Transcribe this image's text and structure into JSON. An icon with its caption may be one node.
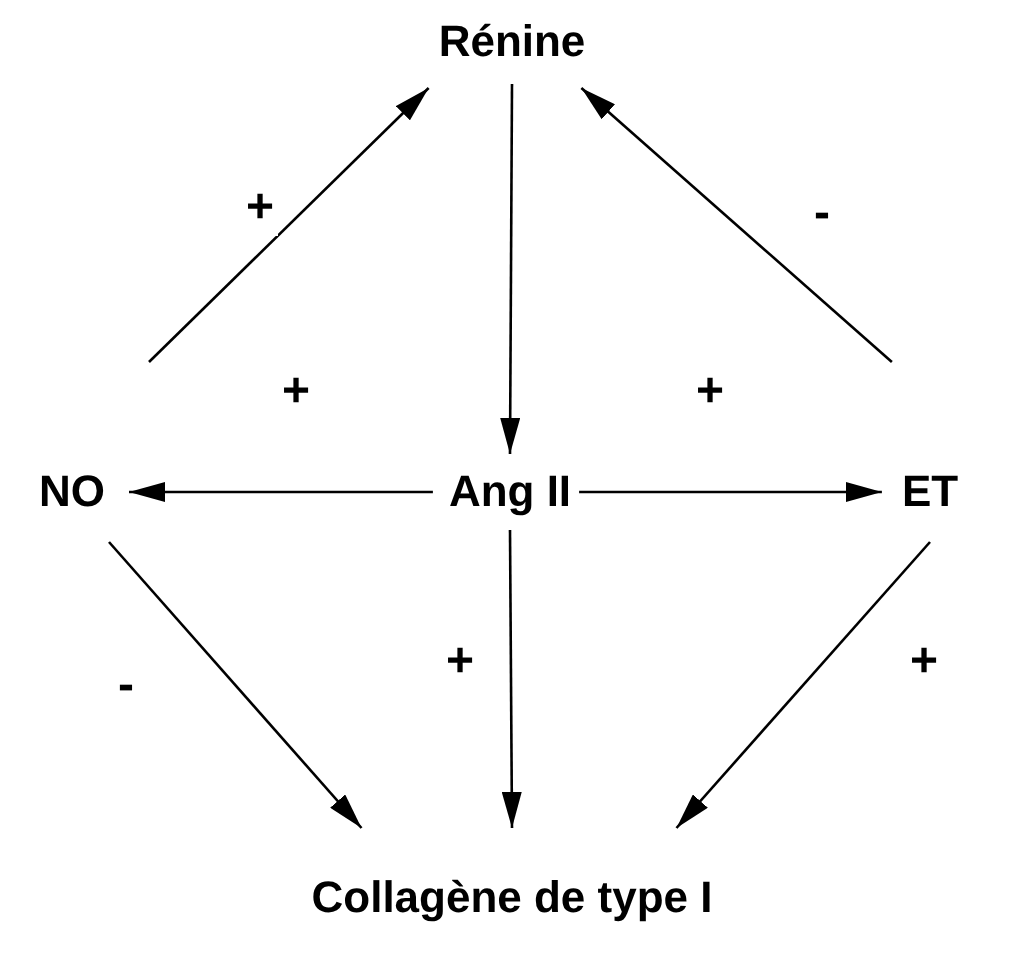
{
  "diagram": {
    "nodes": [
      {
        "text": [
          "Rénine"
        ]
      },
      {
        "text": [
          "NO"
        ]
      },
      {
        "text": [
          "Ang II"
        ]
      },
      {
        "text": [
          "ET"
        ]
      },
      {
        "text": [
          "Collagène de type I"
        ]
      }
    ],
    "edges": [
      {
        "from": 0,
        "to": 2,
        "arrow": "to"
      },
      {
        "from": 1,
        "to": 0,
        "arrow": "to",
        "label": "+"
      },
      {
        "from": 3,
        "to": 0,
        "arrow": "to",
        "label": "-"
      },
      {
        "from": 2,
        "to": 1,
        "arrow": "to",
        "label": "+"
      },
      {
        "from": 2,
        "to": 3,
        "arrow": "to",
        "label": "+"
      },
      {
        "from": 1,
        "to": 4,
        "arrow": "to",
        "label": "-"
      },
      {
        "from": 2,
        "to": 4,
        "arrow": "to",
        "label": "+"
      },
      {
        "from": 3,
        "to": 4,
        "arrow": "to",
        "label": "+"
      }
    ]
  }
}
